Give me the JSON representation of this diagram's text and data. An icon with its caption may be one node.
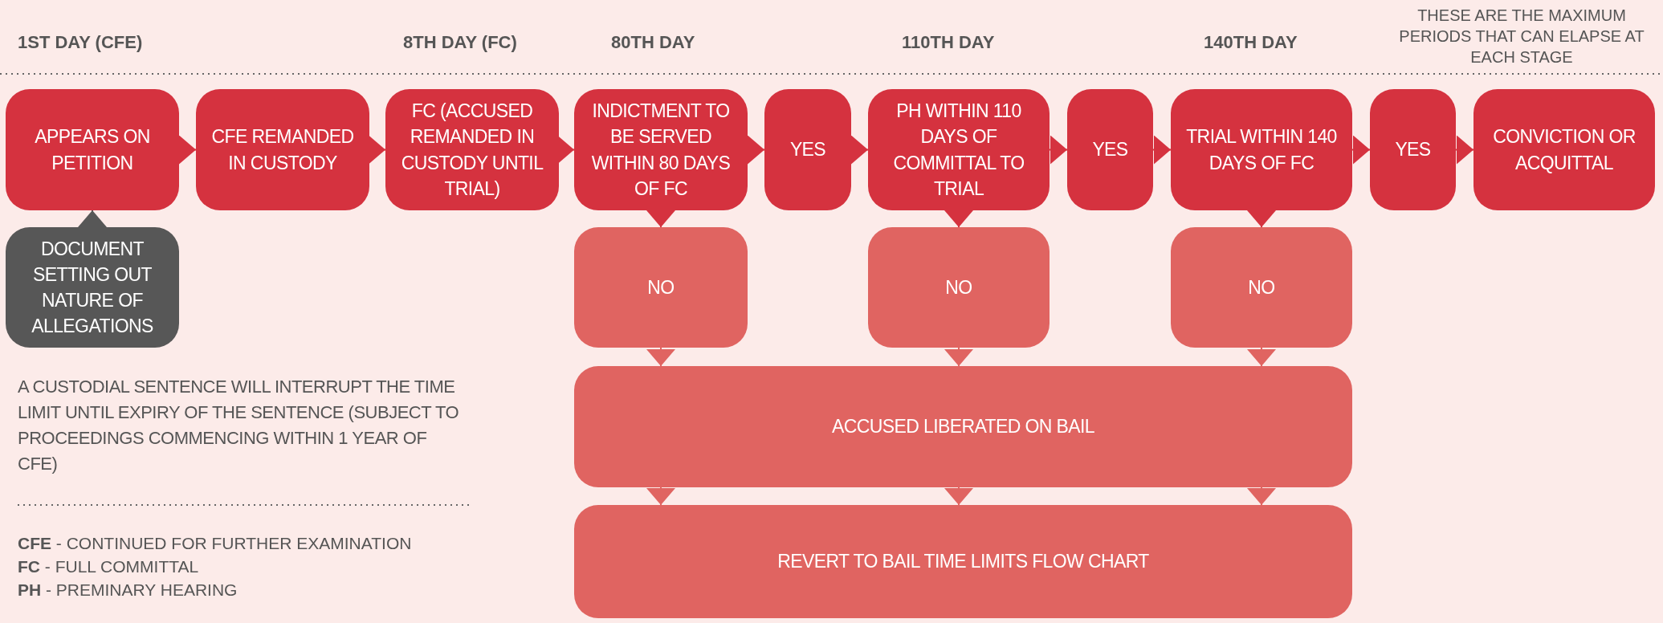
{
  "diagram": {
    "nodes": [
      {
        "text": [
          "APPEARS ON PETITION"
        ]
      },
      {
        "text": [
          "CFE REMANDED IN CUSTODY"
        ]
      },
      {
        "text": [
          "FC (ACCUSED REMANDED IN CUSTODY UNTIL TRIAL)"
        ]
      },
      {
        "text": [
          "INDICTMENT TO BE SERVED WITHIN 80 DAYS OF FC"
        ]
      },
      {
        "text": [
          "YES"
        ]
      },
      {
        "text": [
          "PH WITHIN 110 DAYS OF COMMITTAL TO TRIAL"
        ]
      },
      {
        "text": [
          "YES"
        ]
      },
      {
        "text": [
          "TRIAL WITHIN 140 DAYS OF FC"
        ]
      },
      {
        "text": [
          "YES"
        ]
      },
      {
        "text": [
          "CONVICTION OR ACQUITTAL"
        ]
      },
      {
        "text": [
          "DOCUMENT SETTING OUT NATURE OF ALLEGATIONS"
        ]
      },
      {
        "text": [
          "NO"
        ]
      },
      {
        "text": [
          "NO"
        ]
      },
      {
        "text": [
          "NO"
        ]
      },
      {
        "text": [
          "ACCUSED LIBERATED ON BAIL"
        ]
      },
      {
        "text": [
          "REVERT TO BAIL TIME LIMITS FLOW CHART"
        ]
      }
    ],
    "edges": [
      {
        "from": 0,
        "to": 1,
        "arrow": "to"
      },
      {
        "from": 1,
        "to": 2,
        "arrow": "to"
      },
      {
        "from": 2,
        "to": 3,
        "arrow": "to"
      },
      {
        "from": 3,
        "to": 4,
        "arrow": "to"
      },
      {
        "from": 4,
        "to": 5,
        "arrow": "to"
      },
      {
        "from": 5,
        "to": 6,
        "arrow": "to"
      },
      {
        "from": 6,
        "to": 7,
        "arrow": "to"
      },
      {
        "from": 7,
        "to": 8,
        "arrow": "to"
      },
      {
        "from": 8,
        "to": 9,
        "arrow": "to"
      },
      {
        "from": 10,
        "to": 0,
        "arrow": "to",
        "color": "#575757"
      },
      {
        "from": 3,
        "to": 11,
        "arrow": "to"
      },
      {
        "from": 5,
        "to": 12,
        "arrow": "to"
      },
      {
        "from": 7,
        "to": 13,
        "arrow": "to"
      },
      {
        "from": 11,
        "to": 14,
        "arrow": "to",
        "color": "#e06461"
      },
      {
        "from": 12,
        "to": 14,
        "arrow": "to",
        "color": "#e06461"
      },
      {
        "from": 13,
        "to": 14,
        "arrow": "to",
        "color": "#e06461"
      },
      {
        "from": 14,
        "to": 15,
        "arrow": "to",
        "color": "#e06461"
      },
      {
        "from": 14,
        "to": 15,
        "arrow": "to",
        "color": "#e06461"
      },
      {
        "from": 14,
        "to": 15,
        "arrow": "to",
        "color": "#e06461"
      }
    ],
    "labels": [
      "1ST DAY (CFE)",
      "8TH DAY (FC)",
      "80TH DAY",
      "110TH DAY",
      "140TH DAY",
      "THESE ARE THE MAXIMUM PERIODS THAT CAN ELAPSE AT EACH STAGE",
      "A CUSTODIAL SENTENCE WILL INTERRUPT THE TIME LIMIT UNTIL EXPIRY OF THE SENTENCE (SUBJECT TO PROCEEDINGS COMMENCING WITHIN 1 YEAR OF CFE)",
      "**CFE** - CONTINUED FOR FURTHER EXAMINATION",
      "**FC** - FULL COMMITTAL",
      "**PH** - PREMINARY HEARING"
    ]
  }
}
